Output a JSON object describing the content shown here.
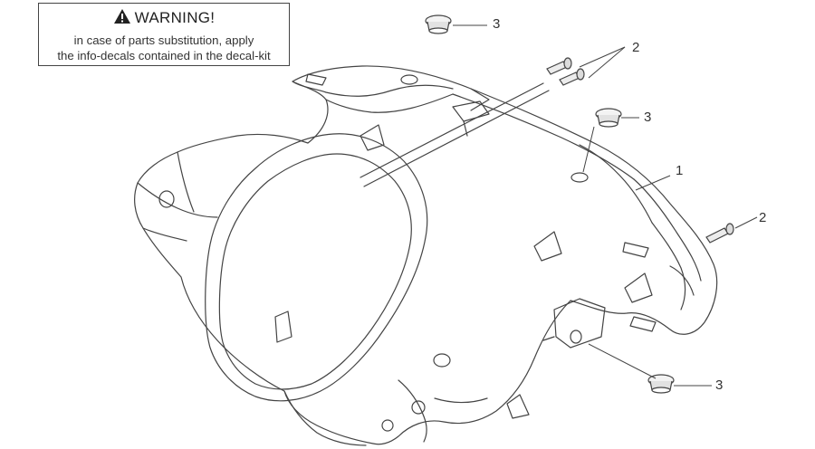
{
  "warning": {
    "title": "WARNING!",
    "line1": "in case of parts substitution, apply",
    "line2": "the info-decals contained in the decal-kit",
    "icon": "warning-triangle-icon"
  },
  "callouts": [
    {
      "id": "c3a",
      "label": "3"
    },
    {
      "id": "c2a",
      "label": "2"
    },
    {
      "id": "c3b",
      "label": "3"
    },
    {
      "id": "c1",
      "label": "1"
    },
    {
      "id": "c2b",
      "label": "2"
    },
    {
      "id": "c3c",
      "label": "3"
    }
  ],
  "colors": {
    "line": "#444444",
    "fill": "#ffffff",
    "shade": "#dcdcdc"
  }
}
